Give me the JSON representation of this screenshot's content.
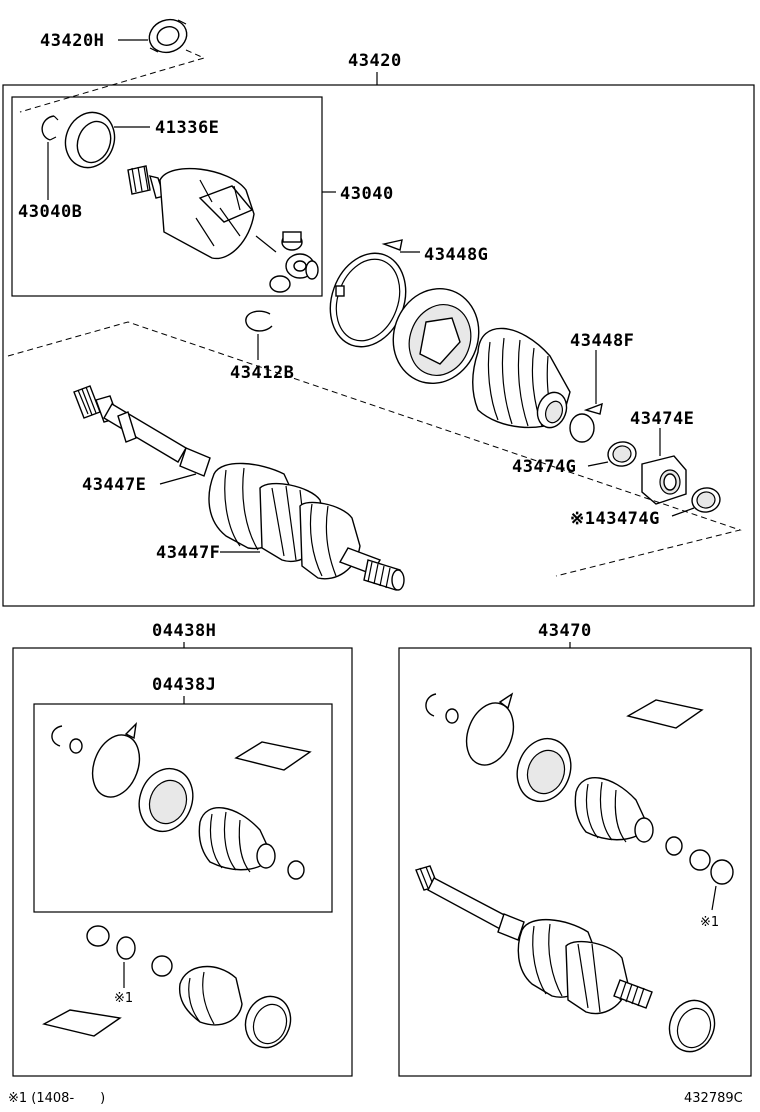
{
  "labels": {
    "p43420H": "43420H",
    "p43420": "43420",
    "p41336E": "41336E",
    "p43040B": "43040B",
    "p43040": "43040",
    "p43448G": "43448G",
    "p43412B": "43412B",
    "p43448F": "43448F",
    "p43474E": "43474E",
    "p43474G_a": "43474G",
    "p43474G_b": "※143474G",
    "p43447E": "43447E",
    "p43447F": "43447F",
    "p04438H": "04438H",
    "p04438J": "04438J",
    "p43470": "43470",
    "note1a": "※1",
    "note1b": "※1"
  },
  "footer": {
    "note": "※1 (1408-　　)",
    "code": "432789C"
  }
}
